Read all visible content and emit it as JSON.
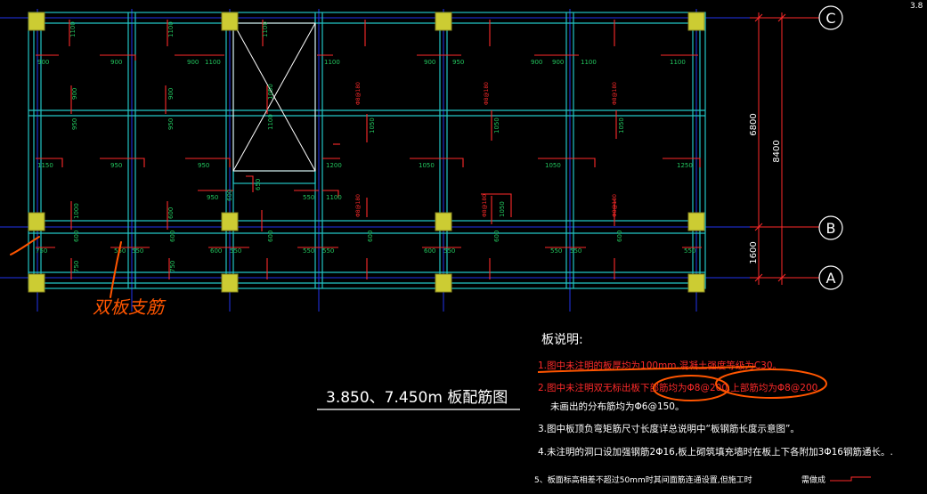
{
  "corner_label": "3.8",
  "axis_labels": {
    "C": "C",
    "B": "B",
    "A": "A"
  },
  "dimensions": {
    "total": "8400",
    "upper": "6800",
    "lower": "1600"
  },
  "drawing_title": "3.850、7.450m 板配筋图",
  "handwritten_note": "双板支筋",
  "notes": {
    "heading": "板说明:",
    "line1": "1.图中未注明的板厚均为100mm,混凝土强度等级为C30。",
    "line2": "2.图中未注明双无标出板下部筋均为Φ8@200,上部筋均为Φ8@200",
    "line2b": "未画出的分布筋均为Φ6@150。",
    "line3": "3.图中板顶负弯矩筋尺寸长度详总说明中“板钢筋长度示意图”。",
    "line4": "4.未注明的洞口设加强钢筋2Φ16,板上砌筑填充墙时在板上下各附加3Φ16钢筋通长。.",
    "line5": "5、板面标高相差不超过50mm时其间面筋连通设置,但施工时",
    "line5_tail": "需做成"
  },
  "rebar_labels": [
    "1100",
    "1100",
    "900",
    "900",
    "1100",
    "1100",
    "900",
    "950",
    "900",
    "1100",
    "1100",
    "900",
    "900",
    "1100",
    "900",
    "950",
    "900",
    "950",
    "Φ8@180",
    "Φ8@180",
    "1050",
    "1050",
    "1050",
    "1050",
    "Φ8@180",
    "1150",
    "950",
    "950",
    "1100",
    "1200",
    "1050",
    "1050",
    "1250",
    "950",
    "600",
    "550",
    "1100",
    "650",
    "Φ8@180",
    "Φ8@180",
    "1050",
    "Φ8@180",
    "1000",
    "600",
    "600",
    "600",
    "600",
    "600",
    "600",
    "600",
    "750",
    "550",
    "550",
    "600",
    "550",
    "550",
    "600",
    "550",
    "550",
    "550",
    "550",
    "550",
    "750",
    "750"
  ],
  "colors": {
    "beam": "#22c5c5",
    "rebar": "#ff2a2a",
    "text": "#22c55e",
    "column": "#cccc33",
    "axis": "#2233ee",
    "ink": "#ff5500"
  }
}
